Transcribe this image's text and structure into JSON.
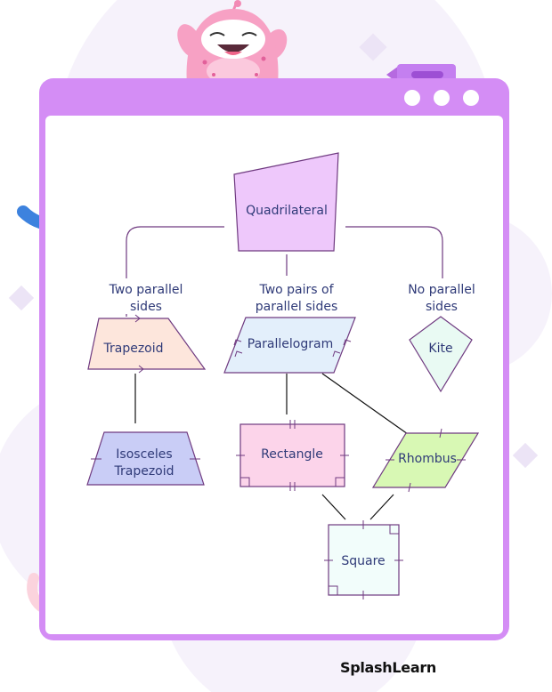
{
  "diagram": {
    "nodes": {
      "quadrilateral": "Quadrilateral",
      "trapezoid": "Trapezoid",
      "parallelogram": "Parallelogram",
      "kite": "Kite",
      "isosceles_trapezoid_line1": "Isosceles",
      "isosceles_trapezoid_line2": "Trapezoid",
      "rectangle": "Rectangle",
      "rhombus": "Rhombus",
      "square": "Square"
    },
    "edges": {
      "two_parallel_line1": "Two parallel",
      "two_parallel_line2": "sides",
      "two_pairs_line1": "Two pairs of",
      "two_pairs_line2": "parallel sides",
      "no_parallel_line1": "No parallel",
      "no_parallel_line2": "sides"
    }
  },
  "brand": {
    "name": "SplashLearn"
  },
  "colors": {
    "frame": "#d48df5",
    "quadrilateral_fill": "#eec8fb",
    "trapezoid_fill": "#fde6dc",
    "parallelogram_fill": "#e3effb",
    "kite_fill": "#e9faf3",
    "isosceles_fill": "#c9cdf6",
    "rectangle_fill": "#fcd4ea",
    "rhombus_fill": "#d8f8b4",
    "square_fill": "#f2fdfb",
    "text": "#2f3a78"
  }
}
